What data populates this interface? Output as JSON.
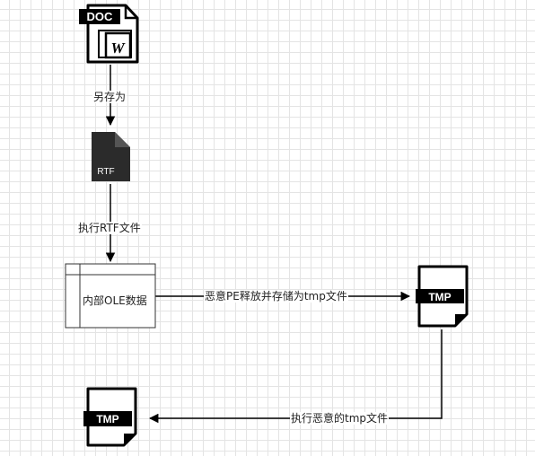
{
  "nodes": {
    "doc_file": {
      "tag": "DOC",
      "glyph": "W"
    },
    "rtf_file": {
      "label": "RTF"
    },
    "ole_block": {
      "label": "内部OLE数据"
    },
    "tmp_file_1": {
      "label": "TMP"
    },
    "tmp_file_2": {
      "label": "TMP"
    }
  },
  "edges": {
    "save_as": "另存为",
    "execute_rtf": "执行RTF文件",
    "release_pe": "恶意PE释放并存储为tmp文件",
    "execute_tmp": "执行恶意的tmp文件"
  },
  "colors": {
    "stroke": "#000000",
    "icon_dark": "#2b2b2b",
    "block_border": "#333333",
    "background": "#ffffff",
    "grid": "#e4e4e4"
  }
}
